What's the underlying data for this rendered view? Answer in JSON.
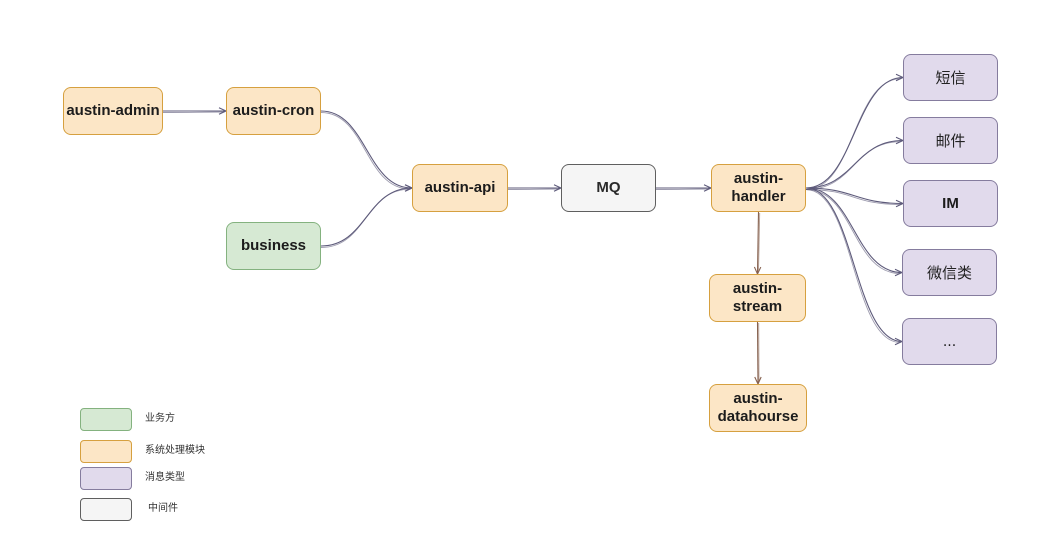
{
  "nodes": {
    "austin_admin": "austin-admin",
    "austin_cron": "austin-cron",
    "business": "business",
    "austin_api": "austin-api",
    "mq": "MQ",
    "austin_handler": "austin-handler",
    "austin_stream": "austin-stream",
    "austin_datahourse": "austin-datahourse",
    "sms": "短信",
    "email": "邮件",
    "im": "IM",
    "wechat": "微信类",
    "more": "..."
  },
  "edges": [
    {
      "from": "austin-admin",
      "to": "austin-cron"
    },
    {
      "from": "austin-cron",
      "to": "austin-api"
    },
    {
      "from": "business",
      "to": "austin-api"
    },
    {
      "from": "austin-api",
      "to": "MQ"
    },
    {
      "from": "MQ",
      "to": "austin-handler"
    },
    {
      "from": "austin-handler",
      "to": "短信"
    },
    {
      "from": "austin-handler",
      "to": "邮件"
    },
    {
      "from": "austin-handler",
      "to": "IM"
    },
    {
      "from": "austin-handler",
      "to": "微信类"
    },
    {
      "from": "austin-handler",
      "to": "..."
    },
    {
      "from": "austin-handler",
      "to": "austin-stream"
    },
    {
      "from": "austin-stream",
      "to": "austin-datahourse"
    }
  ],
  "legend": {
    "business": "业务方",
    "system": "系统处理模块",
    "message": "消息类型",
    "middleware": "中间件"
  },
  "palette": {
    "business": {
      "fill": "#d6e9d3",
      "stroke": "#84b27f"
    },
    "system": {
      "fill": "#fce6c6",
      "stroke": "#d6a03f"
    },
    "message": {
      "fill": "#e1daec",
      "stroke": "#857c9e"
    },
    "middleware": {
      "fill": "#f5f5f5",
      "stroke": "#5f5f5f"
    },
    "edge": {
      "stroke": "#5d5a7a"
    },
    "edge_down": {
      "stroke": "#86614f"
    }
  }
}
